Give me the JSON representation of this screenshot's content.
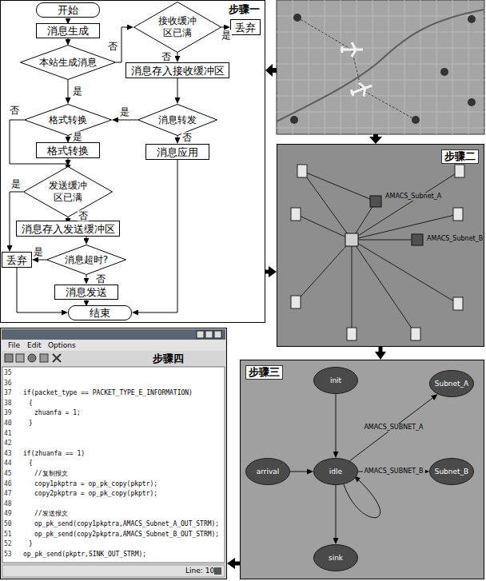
{
  "diagram": {
    "nodes": [
      {
        "text": [
          "步骤一"
        ]
      },
      {
        "text": [
          "开始"
        ],
        "in": 0
      },
      {
        "text": [
          "消息生成"
        ],
        "in": 0
      },
      {
        "text": [
          "本站生成消息"
        ],
        "in": 0
      },
      {
        "text": [
          "接收缓冲区已满"
        ],
        "in": 0
      },
      {
        "text": [
          "丢弃"
        ],
        "in": 0
      },
      {
        "text": [
          "消息存入接收缓冲区"
        ],
        "in": 0
      },
      {
        "text": [
          "格式转换"
        ],
        "in": 0
      },
      {
        "text": [
          "消息转发"
        ],
        "in": 0
      },
      {
        "text": [
          "格式转换"
        ],
        "in": 0
      },
      {
        "text": [
          "消息应用"
        ],
        "in": 0
      },
      {
        "text": [
          "发送缓冲区已满"
        ],
        "in": 0
      },
      {
        "text": [
          "消息存入发送缓冲区"
        ],
        "in": 0
      },
      {
        "text": [
          "丢弃"
        ],
        "in": 0
      },
      {
        "text": [
          "消息超时?"
        ],
        "in": 0
      },
      {
        "text": [
          "消息发送"
        ],
        "in": 0
      },
      {
        "text": [
          "结束"
        ],
        "in": 0
      },
      {
        "text": [
          "步骤二"
        ]
      },
      {
        "text": [
          "步骤三"
        ]
      },
      {
        "text": [
          "init"
        ],
        "in": 18
      },
      {
        "text": [
          "Subnet_A"
        ],
        "in": 18
      },
      {
        "text": [
          "arrival"
        ],
        "in": 18
      },
      {
        "text": [
          "idle"
        ],
        "in": 18
      },
      {
        "text": [
          "Subnet_B"
        ],
        "in": 18
      },
      {
        "text": [
          "sink"
        ],
        "in": 18
      },
      {
        "text": [
          "步骤四"
        ]
      }
    ],
    "edges": [
      {
        "from": 1,
        "to": 2,
        "arrow": "to"
      },
      {
        "from": 2,
        "to": 3,
        "arrow": "to"
      },
      {
        "from": 3,
        "to": 4,
        "arrow": "to",
        "label": "否"
      },
      {
        "from": 4,
        "to": 5,
        "arrow": "to",
        "label": "是"
      },
      {
        "from": 4,
        "to": 6,
        "arrow": "to",
        "label": "否"
      },
      {
        "from": 6,
        "to": 8,
        "arrow": "to"
      },
      {
        "from": 3,
        "to": 7,
        "arrow": "to",
        "label": "是"
      },
      {
        "from": 8,
        "to": 7,
        "arrow": "to",
        "label": "是"
      },
      {
        "from": 8,
        "to": 10,
        "arrow": "to",
        "label": "否"
      },
      {
        "from": 7,
        "to": 9,
        "arrow": "to",
        "label": "是"
      },
      {
        "from": 7,
        "to": 11,
        "arrow": "to",
        "label": "否"
      },
      {
        "from": 9,
        "to": 11,
        "arrow": "to"
      },
      {
        "from": 11,
        "to": 13,
        "arrow": "to",
        "label": "是"
      },
      {
        "from": 11,
        "to": 12,
        "arrow": "to",
        "label": "否"
      },
      {
        "from": 12,
        "to": 14,
        "arrow": "to"
      },
      {
        "from": 14,
        "to": 13,
        "arrow": "to",
        "label": "是"
      },
      {
        "from": 14,
        "to": 15,
        "arrow": "to",
        "label": "否"
      },
      {
        "from": 15,
        "to": 16,
        "arrow": "to"
      },
      {
        "from": 13,
        "to": 16,
        "arrow": "to"
      },
      {
        "from": 10,
        "to": 16,
        "arrow": "to"
      },
      {
        "from": 0,
        "to": 17,
        "arrow": "to"
      },
      {
        "from": 17,
        "to": 18,
        "arrow": "to"
      },
      {
        "from": 18,
        "to": 25,
        "arrow": "to"
      },
      {
        "from": 19,
        "to": 22,
        "arrow": "to"
      },
      {
        "from": 21,
        "to": 22,
        "arrow": "to"
      },
      {
        "from": 22,
        "to": 20,
        "arrow": "to",
        "label": "AMACS_SUBNET_A"
      },
      {
        "from": 22,
        "to": 23,
        "arrow": "to",
        "label": "AMACS_SUBNET_B"
      },
      {
        "from": 22,
        "to": 24,
        "arrow": "to"
      }
    ],
    "labels": [
      "AMACS_Subnet_A",
      "AMACS_Subnet_B",
      "File",
      "Edit",
      "Options",
      "35",
      "36",
      "37",
      "if(packet_type == PACKET_TYPE_E_INFORMATION)",
      "38",
      "{",
      "39",
      "zhuanfa = 1;",
      "40",
      "}",
      "41",
      "42",
      "43",
      "if(zhuanfa == 1)",
      "44",
      "{",
      "45",
      "//复制报文",
      "46",
      "copy1pkptra = op_pk_copy(pkptr);",
      "47",
      "copy2pkptra = op_pk_copy(pkptr);",
      "48",
      "49",
      "//发送报文",
      "50",
      "op_pk_send(copy1pkptra,AMACS_Subnet_A_OUT_STRM);",
      "51",
      "op_pk_send(copy2pkptra,AMACS_Subnet_B_OUT_STRM);",
      "52",
      "}",
      "53",
      "op_pk_send(pkptr,SINK_OUT_STRM);",
      "Line: 10"
    ]
  }
}
